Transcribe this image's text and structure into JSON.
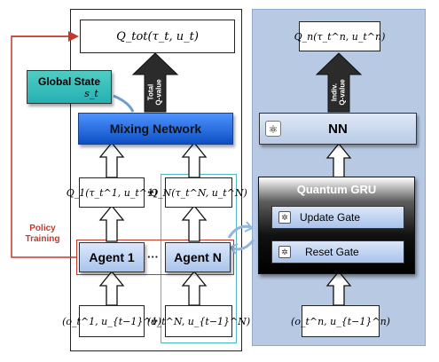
{
  "left": {
    "q_tot": "Q_tot(τ_t, u_t)",
    "total_q_label_line1": "Total",
    "total_q_label_line2": "Q-value",
    "global_state_title": "Global State",
    "global_state_symbol": "s_t",
    "mixing_network": "Mixing Network",
    "q1": "Q_1(τ_t^1, u_t^1)",
    "qN": "Q_N(τ_t^N, u_t^N)",
    "agent1": "Agent 1",
    "agentN": "Agent N",
    "obs1": "(o_t^1, u_{t−1}^1)",
    "obsN": "(o_t^N, u_{t−1}^N)",
    "ellipsis": "···"
  },
  "policy_training_line1": "Policy",
  "policy_training_line2": "Training",
  "right": {
    "q_n": "Q_n(τ_t^n, u_t^n)",
    "indiv_q_label_line1": "Indiv.",
    "indiv_q_label_line2": "Q-value",
    "nn": "NN",
    "quantum_gru": "Quantum GRU",
    "update_gate": "Update Gate",
    "reset_gate": "Reset Gate",
    "obs_n": "(o_t^n, u_{t−1}^n)"
  },
  "colors": {
    "mixing": "#1f63e0",
    "global_state": "#3bbfbf",
    "policy_red": "#c0392b",
    "right_panel": "#b8c9e3",
    "agent_fill": "#bcd2f0"
  },
  "icons": [
    "brain-circuit-icon",
    "qubit-chip-icon",
    "cycle-arrow-icon"
  ]
}
